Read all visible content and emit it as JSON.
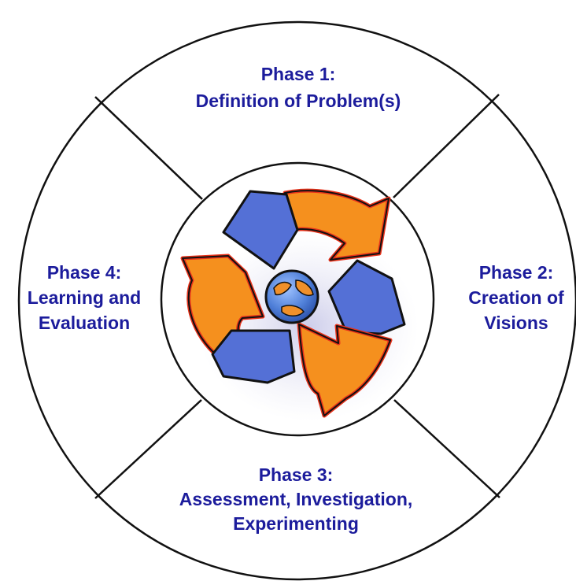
{
  "phases": [
    {
      "id": "p1",
      "lines": [
        "Phase 1:",
        "Definition of Problem(s)"
      ]
    },
    {
      "id": "p2",
      "lines": [
        "Phase 2:",
        "Creation of",
        "Visions"
      ]
    },
    {
      "id": "p3",
      "lines": [
        "Phase 3:",
        "Assessment, Investigation,",
        "Experimenting"
      ]
    },
    {
      "id": "p4",
      "lines": [
        "Phase 4:",
        "Learning and",
        "Evaluation"
      ]
    }
  ],
  "center_icon": "recycle-arrows-around-globe-icon",
  "colors": {
    "text": "#1c1c9c",
    "outline": "#111111",
    "orange_arrow": "#f5901e",
    "orange_edge": "#e8321a",
    "blue_arrow": "#5470d6",
    "globe_ocean": "#4f7fd8",
    "globe_land": "#f0902a"
  }
}
